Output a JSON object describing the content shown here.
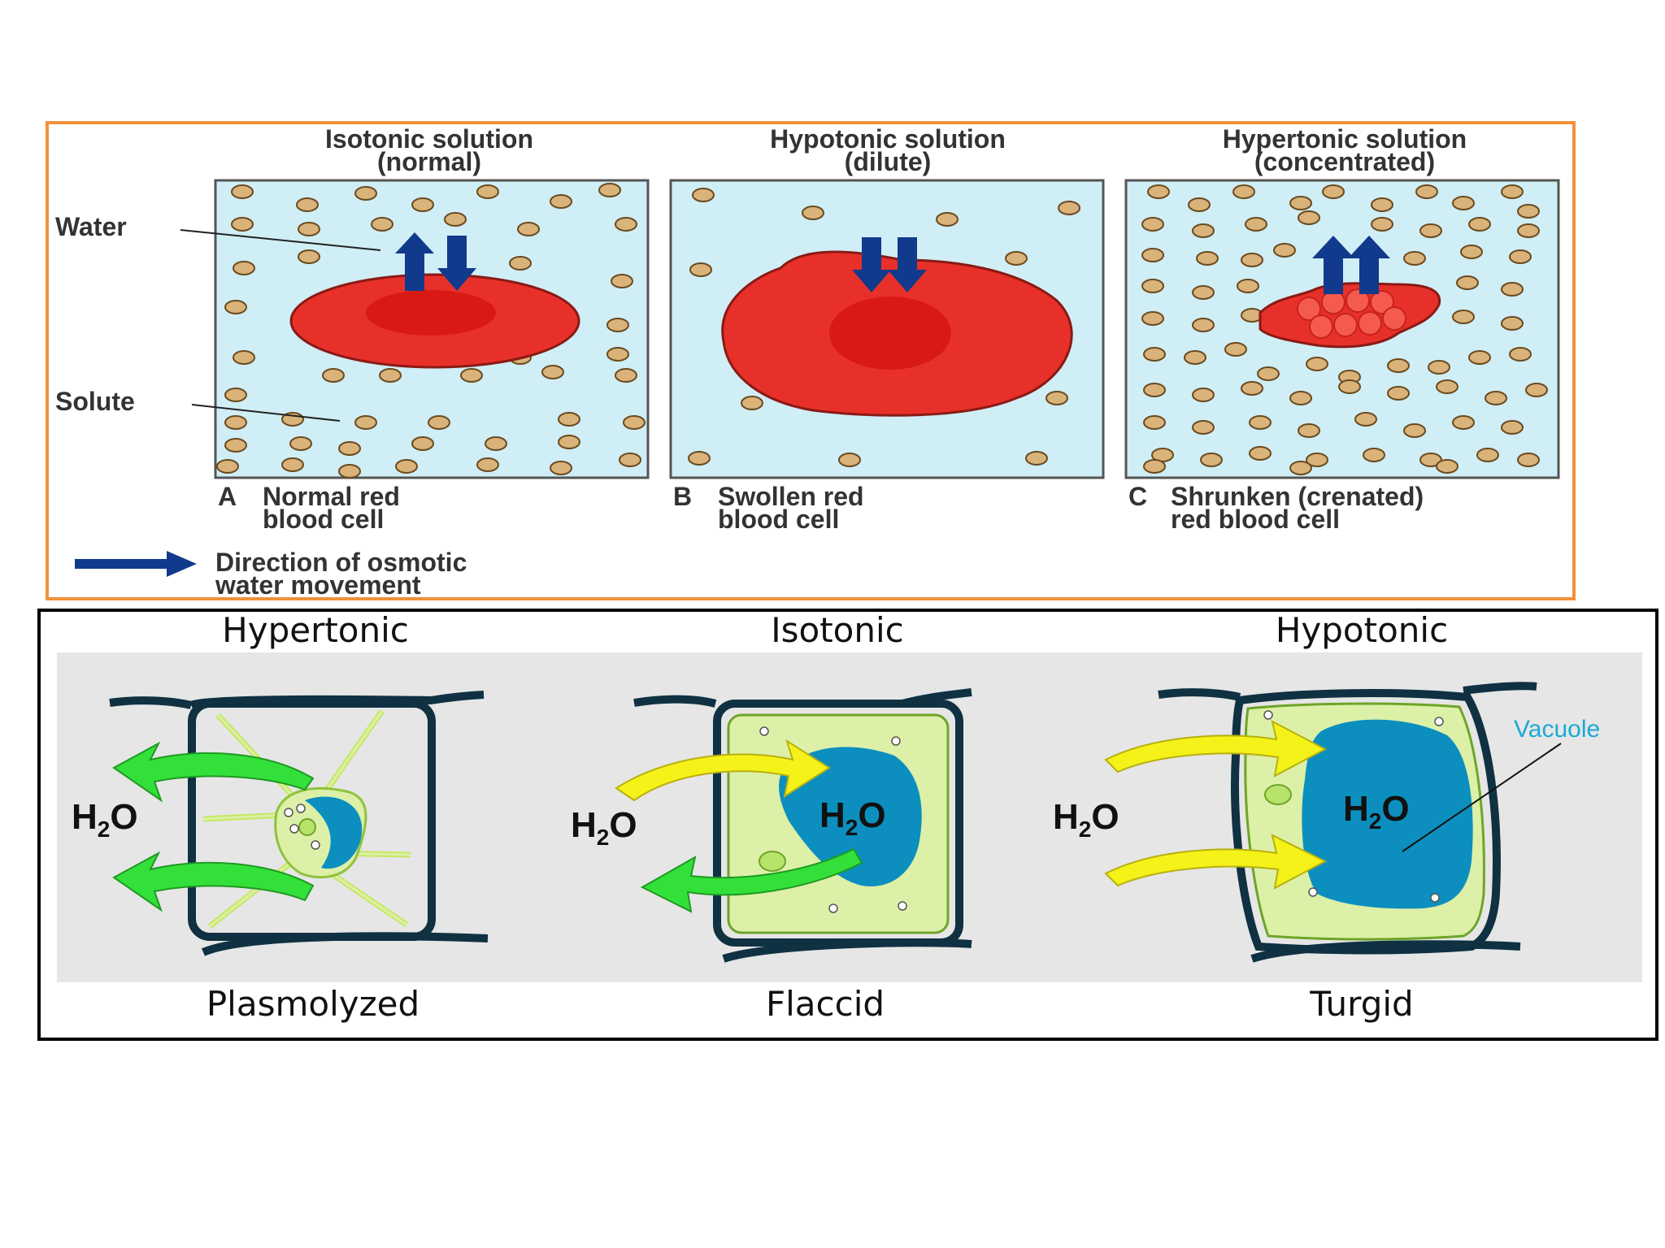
{
  "rbc_panel": {
    "columns": [
      {
        "heading_line1": "Isotonic solution",
        "heading_line2": "(normal)",
        "caption_letter": "A",
        "caption_line1": "Normal red",
        "caption_line2": "blood cell"
      },
      {
        "heading_line1": "Hypotonic solution",
        "heading_line2": "(dilute)",
        "caption_letter": "B",
        "caption_line1": "Swollen red",
        "caption_line2": "blood cell"
      },
      {
        "heading_line1": "Hypertonic solution",
        "heading_line2": "(concentrated)",
        "caption_letter": "C",
        "caption_line1": "Shrunken (crenated)",
        "caption_line2": "red blood cell"
      }
    ],
    "label_water": "Water",
    "label_solute": "Solute",
    "legend_line1": "Direction of osmotic",
    "legend_line2": "water movement",
    "colors": {
      "border": "#f0913a",
      "solution": "#cfeef6",
      "cell": "#e8302a",
      "arrow": "#123a8c",
      "solute": "#d9b37a"
    }
  },
  "plant_panel": {
    "columns": [
      {
        "heading": "Hypertonic",
        "caption": "Plasmolyzed"
      },
      {
        "heading": "Isotonic",
        "caption": "Flaccid"
      },
      {
        "heading": "Hypotonic",
        "caption": "Turgid"
      }
    ],
    "h2o_main": "H",
    "h2o_sub": "2",
    "h2o_end": "O",
    "label_vacuole": "Vacuole",
    "colors": {
      "wall": "#0f3142",
      "cytoplasm": "#dcf0a8",
      "vacuole": "#0c8fbf",
      "arrow_out": "#33e03a",
      "arrow_in": "#f5f21a",
      "background": "#e6e6e6"
    }
  }
}
